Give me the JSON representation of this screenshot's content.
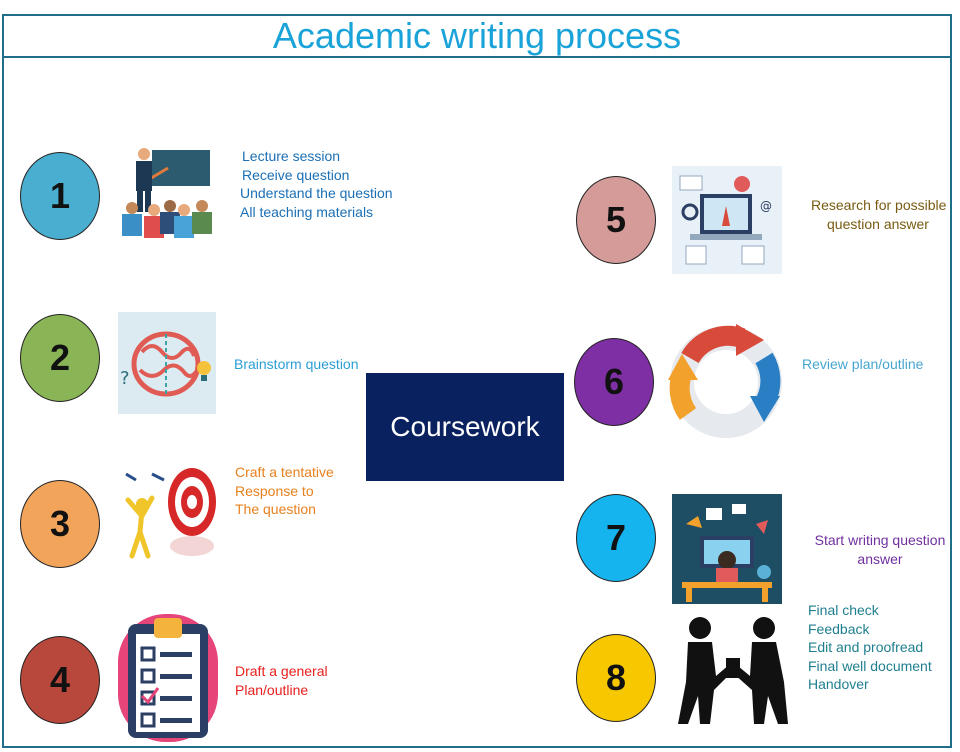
{
  "title": "Academic writing process",
  "center": {
    "label": "Coursework",
    "color": "#0a2160"
  },
  "steps": [
    {
      "number": "1",
      "circle_color": "#4aaed0",
      "text_color": "#1b6fb5",
      "icon": "lecture-presentation-icon",
      "lines": [
        "Lecture session",
        "Receive question",
        "Understand the question",
        "All teaching materials"
      ]
    },
    {
      "number": "2",
      "circle_color": "#8ab556",
      "text_color": "#2c9ed6",
      "icon": "brain-idea-icon",
      "lines": [
        "Brainstorm question"
      ]
    },
    {
      "number": "3",
      "circle_color": "#f2a45b",
      "text_color": "#e8801e",
      "icon": "target-dart-icon",
      "lines": [
        "Craft a tentative",
        "Response to",
        "The question"
      ]
    },
    {
      "number": "4",
      "circle_color": "#b8473c",
      "text_color": "#e8201e",
      "icon": "clipboard-checklist-icon",
      "lines": [
        "Draft a general",
        "Plan/outline"
      ]
    },
    {
      "number": "5",
      "circle_color": "#d49b98",
      "text_color": "#7a5b12",
      "icon": "research-laptop-icon",
      "lines": [
        "Research for possible",
        "question answer"
      ]
    },
    {
      "number": "6",
      "circle_color": "#7e2fa3",
      "text_color": "#46a6d0",
      "icon": "cycle-arrows-icon",
      "lines": [
        "Review plan/outline"
      ]
    },
    {
      "number": "7",
      "circle_color": "#15b4ee",
      "text_color": "#7030a0",
      "icon": "writing-desk-icon",
      "lines": [
        "Start writing question",
        "answer"
      ]
    },
    {
      "number": "8",
      "circle_color": "#f7c800",
      "text_color": "#1f7f8f",
      "icon": "handover-people-icon",
      "lines": [
        "Final check",
        "Feedback",
        "Edit and proofread",
        "Final well document",
        "Handover"
      ]
    }
  ]
}
